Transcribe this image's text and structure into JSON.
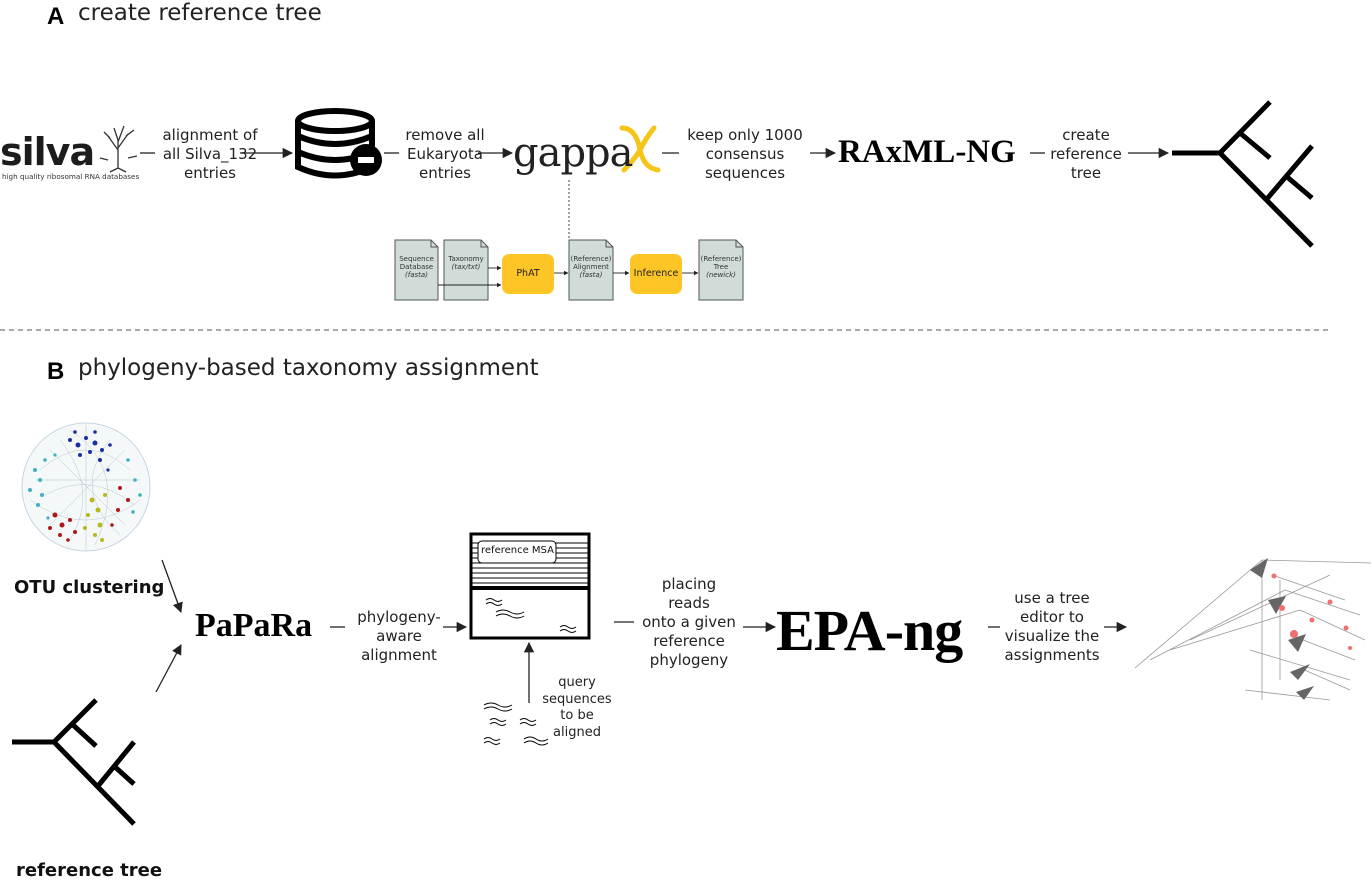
{
  "section_a": {
    "letter": "A",
    "title": "create reference tree",
    "silva": {
      "logo": "silva",
      "tagline": "high quality ribosomal RNA databases"
    },
    "step1": "alignment of\nall Silva_132\nentries",
    "step2": "remove all\nEukaryota\nentries",
    "gappa_logo": "gappa",
    "step3": "keep only 1000\nconsensus\nsequences",
    "raxml_logo": "RAxML-NG",
    "step4": "create\nreference\ntree",
    "phat": {
      "seq_db": "Sequence\nDatabase",
      "seq_db_fmt": "(fasta)",
      "taxonomy": "Taxonomy",
      "taxonomy_fmt": "(tax/txt)",
      "phat_label": "PhAT",
      "alignment": "(Reference)\nAlignment",
      "alignment_fmt": "(fasta)",
      "inference_label": "Inference",
      "tree": "(Reference)\nTree",
      "tree_fmt": "(newick)"
    }
  },
  "section_b": {
    "letter": "B",
    "title": "phylogeny-based taxonomy assignment",
    "otu_label": "OTU clustering",
    "ref_tree_label": "reference tree",
    "papara_logo": "PaPaRa",
    "step1": "phylogeny-\naware\nalignment",
    "msa_label": "reference MSA",
    "query_label": "query\nsequences\nto be\naligned",
    "step2": "placing\nreads\nonto a given\nreference\nphylogeny",
    "epa_logo": "EPA-ng",
    "step3": "use a tree\neditor to\nvisualize the\nassignments"
  },
  "colors": {
    "phat_box": "#fdc526",
    "doc_fill": "#cfdcd8",
    "gappa_accent": "#f5c518",
    "network_blue": "#1a2fa0",
    "network_red": "#b01818",
    "network_yellow": "#b8b820",
    "network_cyan": "#40b0c0",
    "marker_red": "#f07070"
  }
}
